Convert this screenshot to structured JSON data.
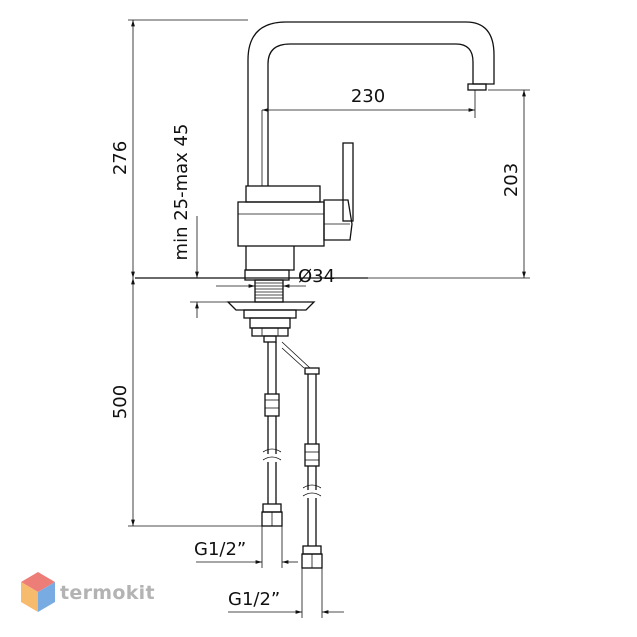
{
  "drawing": {
    "dimensions": {
      "total_height": "276",
      "spout_reach": "230",
      "spout_height": "203",
      "mounting_thickness": "min 25-max 45",
      "hole_diameter": "Ø34",
      "hose_length": "500",
      "connection_1": "G1/2”",
      "connection_2": "G1/2”"
    }
  },
  "watermark": {
    "brand": "termokit",
    "colors": [
      "#e8524a",
      "#f4a53c",
      "#4a90d9",
      "#9a9a9a"
    ]
  }
}
